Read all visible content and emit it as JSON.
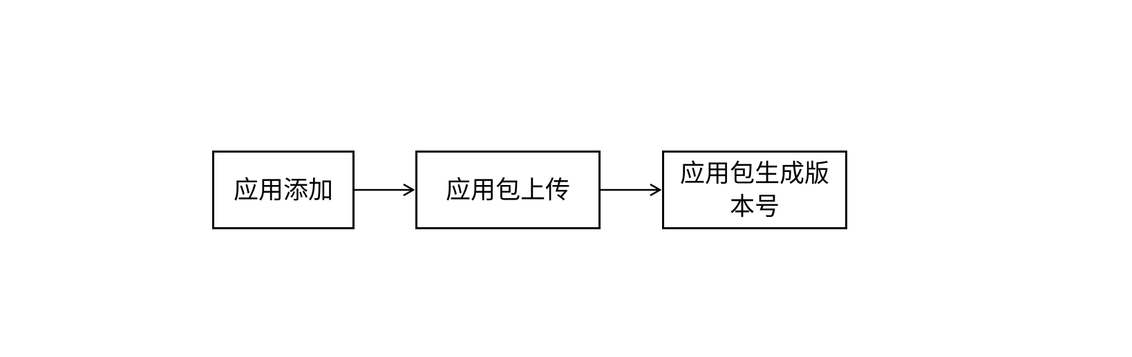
{
  "diagram": {
    "type": "flowchart",
    "colors": {
      "background": "#ffffff",
      "node_fill": "#ffffff",
      "node_border": "#000000",
      "text": "#000000",
      "arrow": "#000000"
    },
    "nodes": [
      {
        "id": "app-add",
        "label": "应用添加"
      },
      {
        "id": "app-package-upload",
        "label": "应用包上传"
      },
      {
        "id": "app-package-version",
        "label": "应用包生成版本号",
        "lines": [
          "应用包生成版",
          "本号"
        ]
      }
    ],
    "connectors": [
      {
        "from": "应用添加",
        "to": "应用包上传",
        "style": "arrow-right"
      },
      {
        "from": "应用包上传",
        "to": "应用包生成版本号",
        "style": "arrow-right"
      }
    ]
  }
}
